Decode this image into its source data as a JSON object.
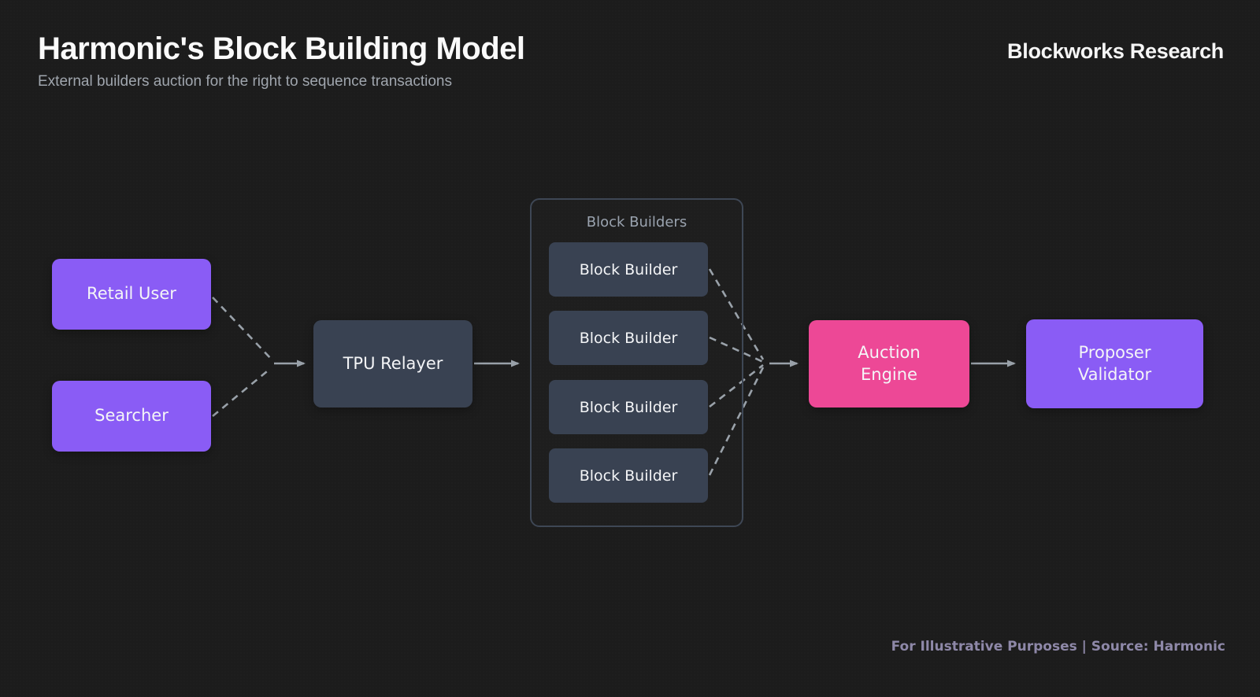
{
  "header": {
    "title": "Harmonic's Block Building Model",
    "subtitle": "External builders auction for the right to sequence transactions",
    "brand": "Blockworks Research"
  },
  "footer": {
    "note": "For Illustrative Purposes | Source: Harmonic"
  },
  "diagram": {
    "nodes": {
      "retail_user": {
        "label": "Retail User"
      },
      "searcher": {
        "label": "Searcher"
      },
      "tpu_relayer": {
        "label": "TPU Relayer"
      },
      "block_builders_group": {
        "label": "Block Builders"
      },
      "block_builder": {
        "label": "Block Builder"
      },
      "auction_engine": {
        "label": "Auction Engine"
      },
      "proposer_validator": {
        "label": "Proposer Validator"
      }
    },
    "flow": [
      "Retail User + Searcher -> TPU Relayer",
      "TPU Relayer -> Block Builders",
      "Block Builders (x4) -> Auction Engine",
      "Auction Engine -> Proposer Validator"
    ],
    "colors": {
      "background": "#1c1c1c",
      "purple_node": "#8a5cf5",
      "slate_node": "#394252",
      "pink_node": "#ed4896",
      "group_border": "#3e4755",
      "connector": "#99a1a9",
      "title_text": "#fafafa",
      "subtitle_text": "#a0a6ae",
      "footer_text": "#8e88a8"
    }
  }
}
